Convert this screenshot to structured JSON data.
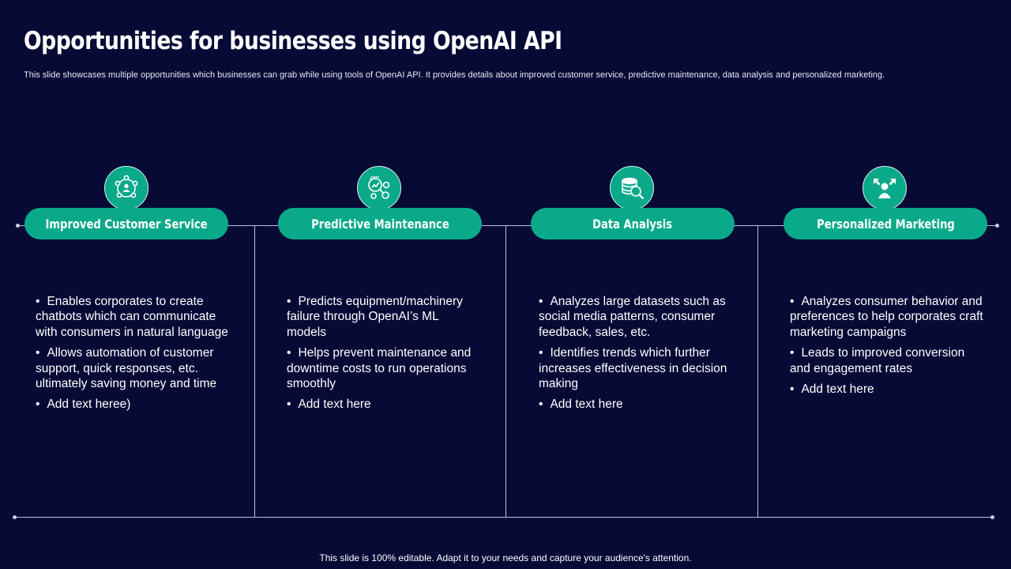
{
  "header": {
    "title": "Opportunities for businesses using OpenAI API",
    "subtitle": "This slide showcases multiple opportunities which businesses can grab while using tools of OpenAI API. It provides details about improved customer service, predictive maintenance, data analysis and personalized marketing."
  },
  "theme": {
    "background": "#060a35",
    "accent": "#0aa98a",
    "line": "#b9bfd8"
  },
  "columns": [
    {
      "heading": "Improved Customer Service",
      "icon": "network-people-icon",
      "bullets": [
        "Enables corporates to create chatbots which can communicate with consumers in natural language",
        "Allows automation of customer support, quick responses, etc. ultimately saving money and time",
        "Add text heree)"
      ]
    },
    {
      "heading": "Predictive Maintenance",
      "icon": "analytics-gears-icon",
      "bullets": [
        "Predicts equipment/machinery failure through OpenAI’s ML models",
        "Helps prevent maintenance and downtime costs to run operations smoothly",
        "Add text here"
      ]
    },
    {
      "heading": "Data Analysis",
      "icon": "database-search-icon",
      "bullets": [
        "Analyzes large datasets such as social media patterns, consumer feedback, sales, etc.",
        "Identifies trends which further increases effectiveness in decision making",
        "Add text here"
      ]
    },
    {
      "heading": "Personalized Marketing",
      "icon": "person-arrows-icon",
      "bullets": [
        "Analyzes consumer behavior and preferences to help corporates craft marketing campaigns",
        "Leads to improved conversion and engagement rates",
        "Add text here"
      ]
    }
  ],
  "footer": {
    "note": "This slide is 100% editable. Adapt it to your needs and capture your audience's attention."
  }
}
